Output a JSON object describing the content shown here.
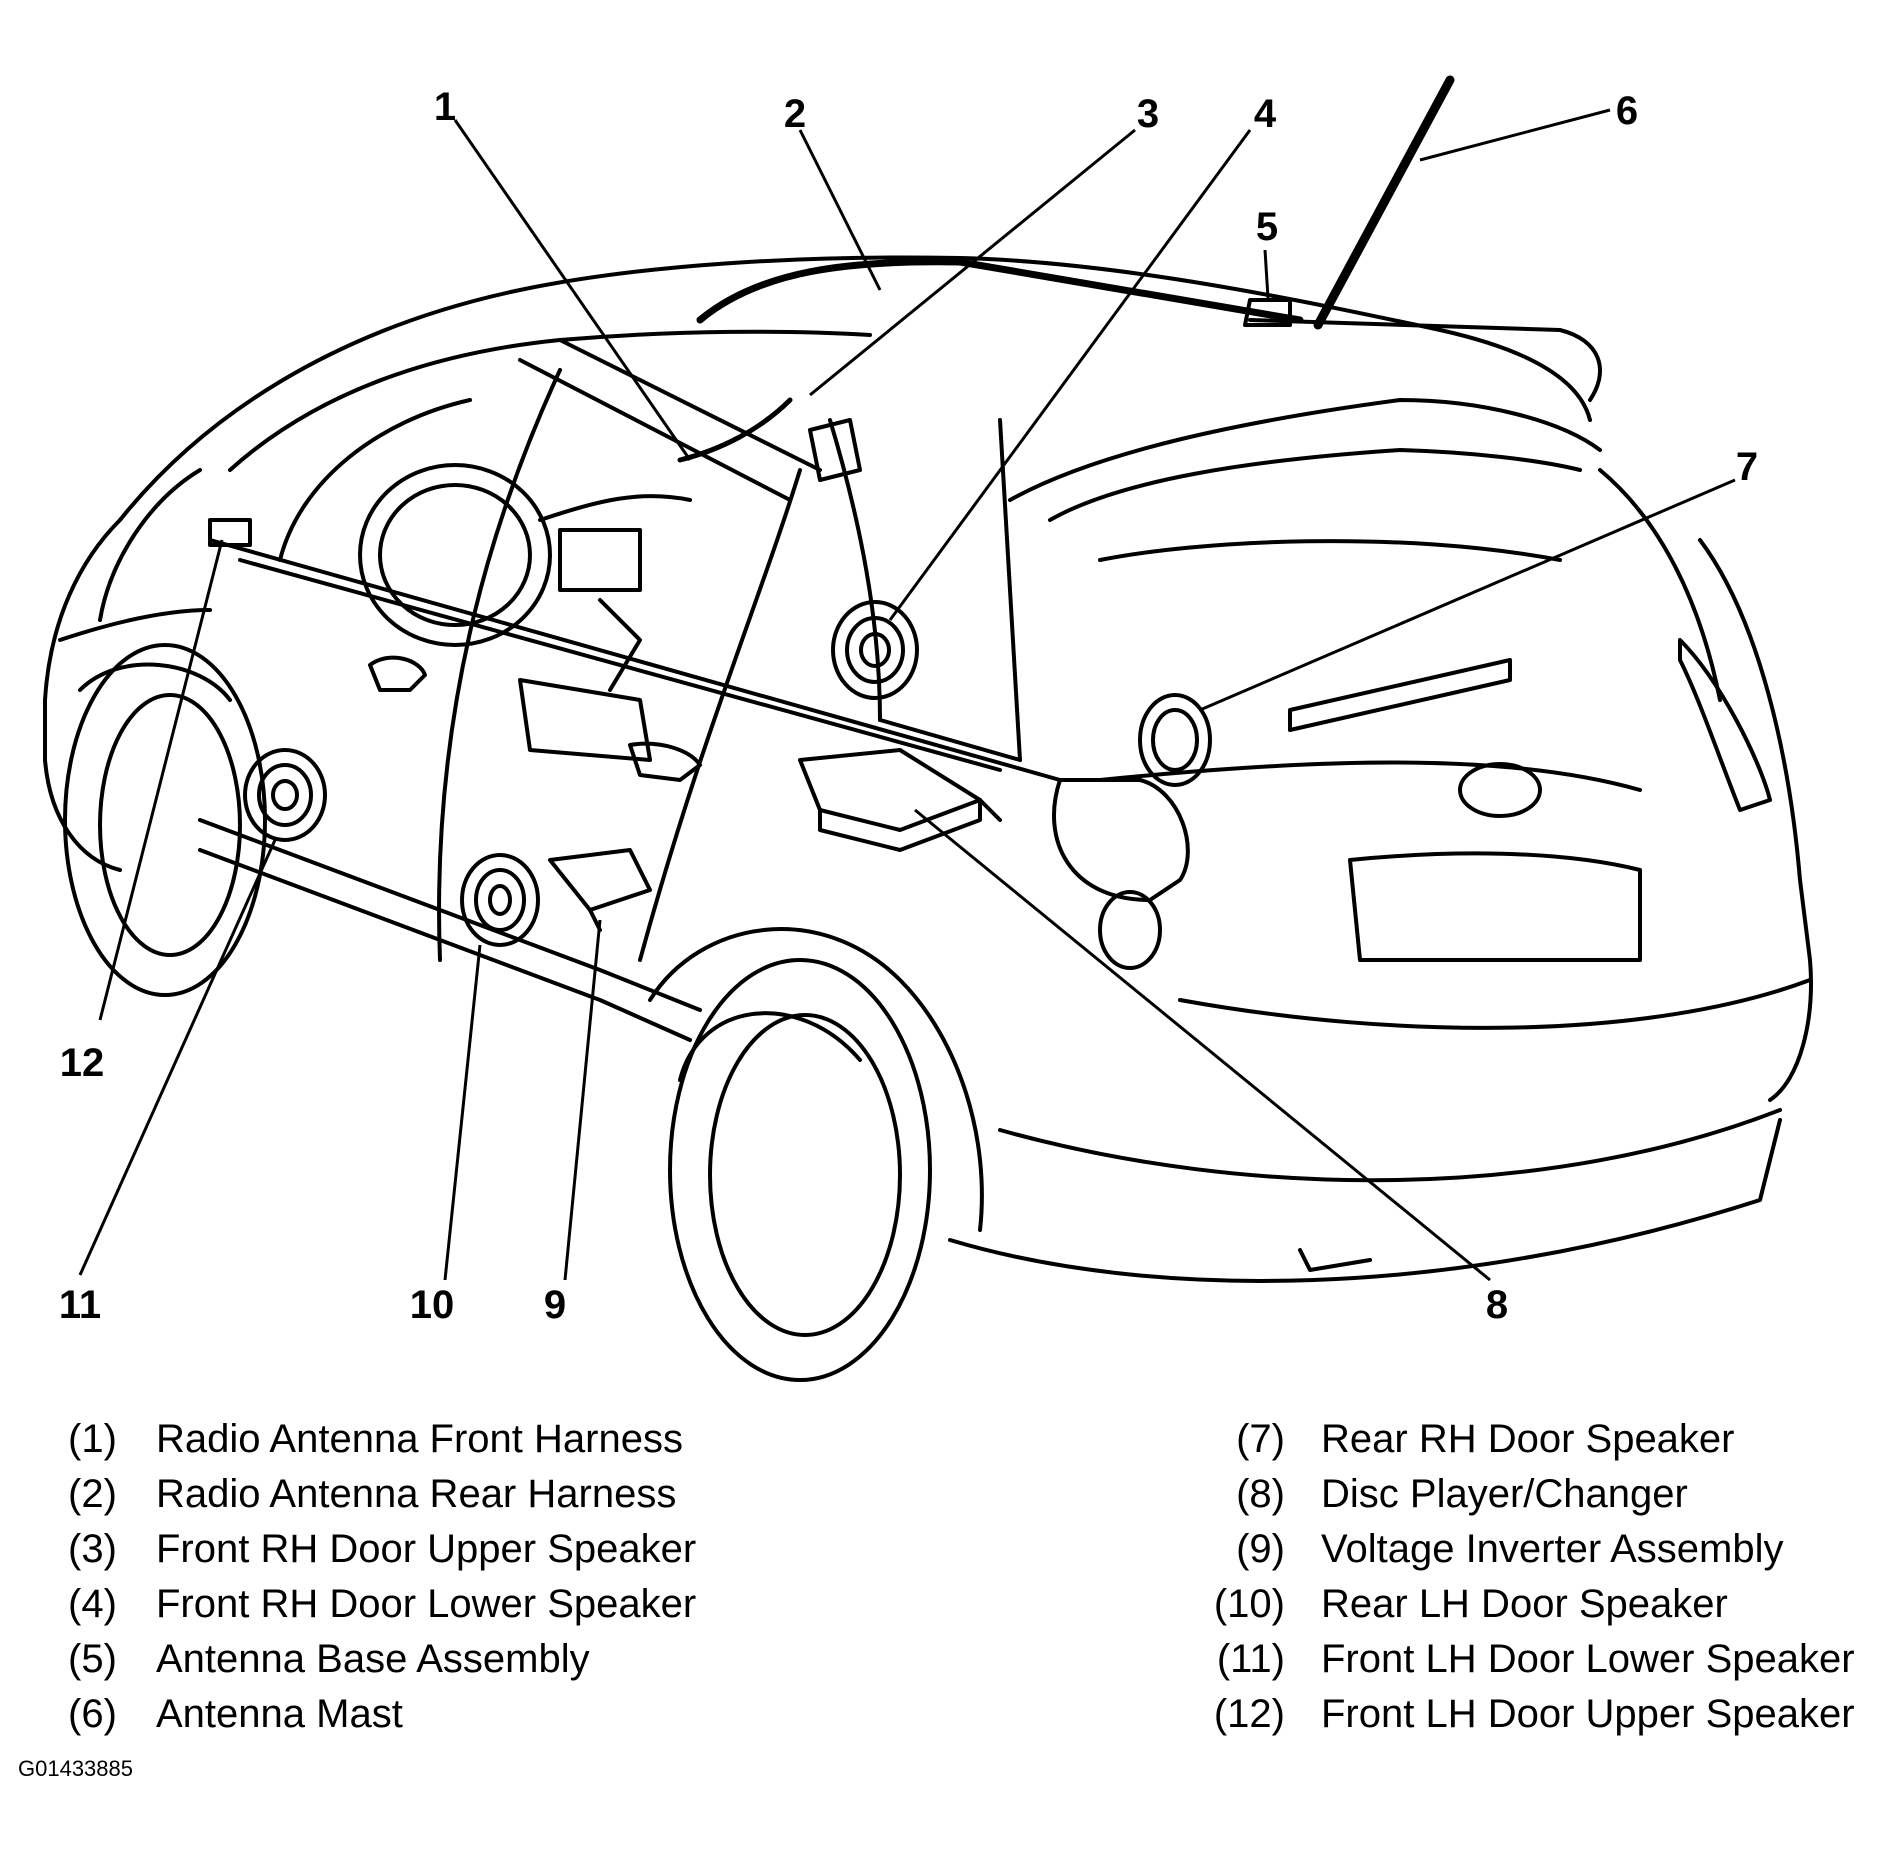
{
  "callouts": [
    "1",
    "2",
    "3",
    "4",
    "5",
    "6",
    "7",
    "8",
    "9",
    "10",
    "11",
    "12"
  ],
  "legend": {
    "left": [
      {
        "num": "(1)",
        "text": "Radio Antenna Front Harness"
      },
      {
        "num": "(2)",
        "text": "Radio Antenna Rear Harness"
      },
      {
        "num": "(3)",
        "text": "Front RH Door Upper Speaker"
      },
      {
        "num": "(4)",
        "text": "Front RH Door Lower Speaker"
      },
      {
        "num": "(5)",
        "text": "Antenna Base Assembly"
      },
      {
        "num": "(6)",
        "text": "Antenna Mast"
      }
    ],
    "right": [
      {
        "num": "(7)",
        "text": "Rear RH Door Speaker"
      },
      {
        "num": "(8)",
        "text": "Disc Player/Changer"
      },
      {
        "num": "(9)",
        "text": "Voltage Inverter Assembly"
      },
      {
        "num": "(10)",
        "text": "Rear LH Door Speaker"
      },
      {
        "num": "(11)",
        "text": "Front LH Door Lower Speaker"
      },
      {
        "num": "(12)",
        "text": "Front LH Door Upper Speaker"
      }
    ]
  },
  "figure_id": "G01433885"
}
